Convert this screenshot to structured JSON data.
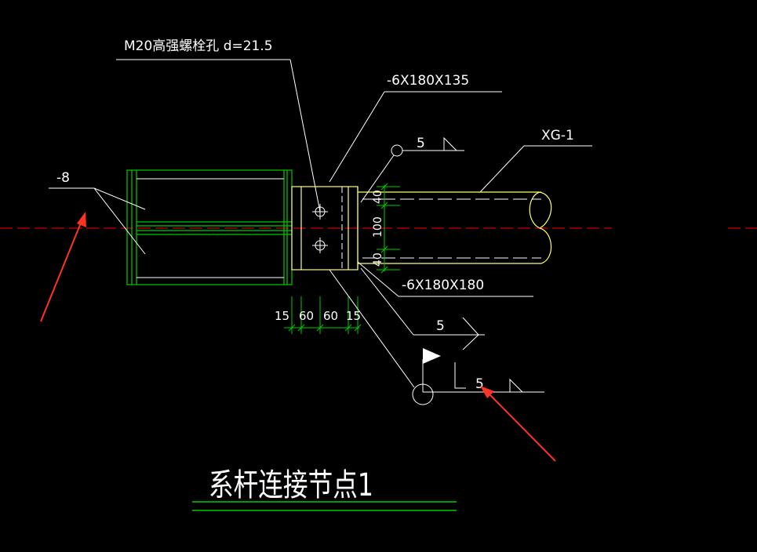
{
  "colors": {
    "background": "#000000",
    "text": "#ffffff",
    "outline": "#ffffff",
    "steel_member": "#00cc00",
    "plate_and_pipe": "#ffff66",
    "centerline": "#cc0000",
    "dimensions": "#00cc00",
    "arrows": "#ff3322"
  },
  "labels": {
    "bolt_hole": "M20高强螺栓孔 d=21.5",
    "plate_top": "-6X180X135",
    "plate_bottom": "-6X180X180",
    "member": "XG-1",
    "stiffener": "-8",
    "weld_top": "5",
    "weld_middle": "5",
    "weld_bottom": "5"
  },
  "dimensions": {
    "horizontal": [
      "15",
      "60",
      "60",
      "15"
    ],
    "vertical": [
      "40",
      "100",
      "40"
    ]
  },
  "title": "系杆连接节点1",
  "icons": [
    "weld-site-flag-icon",
    "weld-symbol-icon",
    "red-arrow-icon"
  ]
}
